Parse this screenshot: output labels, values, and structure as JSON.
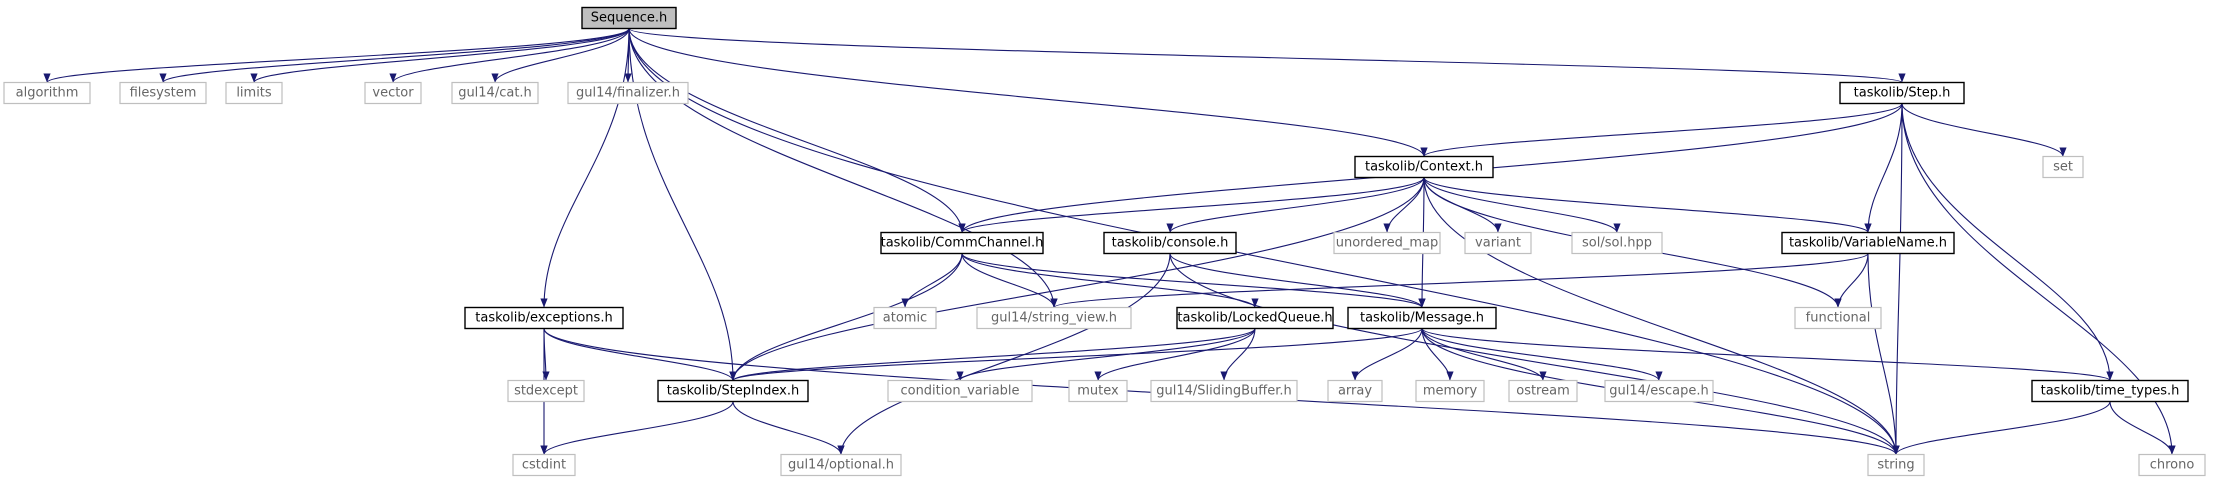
{
  "title": "Sequence.h",
  "colors": {
    "edge": "#191970",
    "project_border": "#000000",
    "external_border": "#bfbfbf",
    "root_fill": "#bfbfbf",
    "external_text": "#666666"
  },
  "nodes": [
    {
      "id": "sequence",
      "label": "Sequence.h",
      "kind": "root"
    },
    {
      "id": "algorithm",
      "label": "algorithm",
      "kind": "external"
    },
    {
      "id": "filesystem",
      "label": "filesystem",
      "kind": "external"
    },
    {
      "id": "limits",
      "label": "limits",
      "kind": "external"
    },
    {
      "id": "vector",
      "label": "vector",
      "kind": "external"
    },
    {
      "id": "gul14_cat",
      "label": "gul14/cat.h",
      "kind": "external"
    },
    {
      "id": "gul14_finalizer",
      "label": "gul14/finalizer.h",
      "kind": "external"
    },
    {
      "id": "step",
      "label": "taskolib/Step.h",
      "kind": "project"
    },
    {
      "id": "context",
      "label": "taskolib/Context.h",
      "kind": "project"
    },
    {
      "id": "set",
      "label": "set",
      "kind": "external"
    },
    {
      "id": "commchannel",
      "label": "taskolib/CommChannel.h",
      "kind": "project"
    },
    {
      "id": "console",
      "label": "taskolib/console.h",
      "kind": "project"
    },
    {
      "id": "unordered_map",
      "label": "unordered_map",
      "kind": "external"
    },
    {
      "id": "variant",
      "label": "variant",
      "kind": "external"
    },
    {
      "id": "sol",
      "label": "sol/sol.hpp",
      "kind": "external"
    },
    {
      "id": "variablename",
      "label": "taskolib/VariableName.h",
      "kind": "project"
    },
    {
      "id": "exceptions",
      "label": "taskolib/exceptions.h",
      "kind": "project"
    },
    {
      "id": "atomic",
      "label": "atomic",
      "kind": "external"
    },
    {
      "id": "string_view",
      "label": "gul14/string_view.h",
      "kind": "external"
    },
    {
      "id": "lockedqueue",
      "label": "taskolib/LockedQueue.h",
      "kind": "project"
    },
    {
      "id": "message",
      "label": "taskolib/Message.h",
      "kind": "project"
    },
    {
      "id": "functional",
      "label": "functional",
      "kind": "external"
    },
    {
      "id": "stdexcept",
      "label": "stdexcept",
      "kind": "external"
    },
    {
      "id": "stepindex",
      "label": "taskolib/StepIndex.h",
      "kind": "project"
    },
    {
      "id": "condition_variable",
      "label": "condition_variable",
      "kind": "external"
    },
    {
      "id": "mutex",
      "label": "mutex",
      "kind": "external"
    },
    {
      "id": "slidingbuffer",
      "label": "gul14/SlidingBuffer.h",
      "kind": "external"
    },
    {
      "id": "array",
      "label": "array",
      "kind": "external"
    },
    {
      "id": "memory",
      "label": "memory",
      "kind": "external"
    },
    {
      "id": "ostream",
      "label": "ostream",
      "kind": "external"
    },
    {
      "id": "escape",
      "label": "gul14/escape.h",
      "kind": "external"
    },
    {
      "id": "time_types",
      "label": "taskolib/time_types.h",
      "kind": "project"
    },
    {
      "id": "cstdint",
      "label": "cstdint",
      "kind": "external"
    },
    {
      "id": "optional",
      "label": "gul14/optional.h",
      "kind": "external"
    },
    {
      "id": "string",
      "label": "string",
      "kind": "external"
    },
    {
      "id": "chrono",
      "label": "chrono",
      "kind": "external"
    }
  ],
  "edges": [
    [
      "sequence",
      "algorithm"
    ],
    [
      "sequence",
      "filesystem"
    ],
    [
      "sequence",
      "limits"
    ],
    [
      "sequence",
      "vector"
    ],
    [
      "sequence",
      "gul14_cat"
    ],
    [
      "sequence",
      "gul14_finalizer"
    ],
    [
      "sequence",
      "step"
    ],
    [
      "sequence",
      "context"
    ],
    [
      "sequence",
      "commchannel"
    ],
    [
      "sequence",
      "string_view"
    ],
    [
      "sequence",
      "exceptions"
    ],
    [
      "sequence",
      "stepindex"
    ],
    [
      "sequence",
      "string"
    ],
    [
      "step",
      "context"
    ],
    [
      "step",
      "commchannel"
    ],
    [
      "step",
      "set"
    ],
    [
      "step",
      "variablename"
    ],
    [
      "step",
      "time_types"
    ],
    [
      "step",
      "string"
    ],
    [
      "step",
      "chrono"
    ],
    [
      "context",
      "commchannel"
    ],
    [
      "context",
      "console"
    ],
    [
      "context",
      "unordered_map"
    ],
    [
      "context",
      "variant"
    ],
    [
      "context",
      "sol"
    ],
    [
      "context",
      "variablename"
    ],
    [
      "context",
      "message"
    ],
    [
      "context",
      "functional"
    ],
    [
      "context",
      "stepindex"
    ],
    [
      "context",
      "string"
    ],
    [
      "commchannel",
      "atomic"
    ],
    [
      "commchannel",
      "string_view"
    ],
    [
      "commchannel",
      "lockedqueue"
    ],
    [
      "commchannel",
      "message"
    ],
    [
      "commchannel",
      "stepindex"
    ],
    [
      "console",
      "message"
    ],
    [
      "console",
      "optional"
    ],
    [
      "console",
      "string"
    ],
    [
      "variablename",
      "string_view"
    ],
    [
      "variablename",
      "functional"
    ],
    [
      "variablename",
      "string"
    ],
    [
      "lockedqueue",
      "condition_variable"
    ],
    [
      "lockedqueue",
      "mutex"
    ],
    [
      "lockedqueue",
      "slidingbuffer"
    ],
    [
      "lockedqueue",
      "stepindex"
    ],
    [
      "message",
      "stepindex"
    ],
    [
      "message",
      "array"
    ],
    [
      "message",
      "memory"
    ],
    [
      "message",
      "ostream"
    ],
    [
      "message",
      "escape"
    ],
    [
      "message",
      "time_types"
    ],
    [
      "message",
      "string"
    ],
    [
      "exceptions",
      "stdexcept"
    ],
    [
      "exceptions",
      "cstdint"
    ],
    [
      "exceptions",
      "stepindex"
    ],
    [
      "exceptions",
      "string"
    ],
    [
      "stepindex",
      "cstdint"
    ],
    [
      "stepindex",
      "optional"
    ],
    [
      "time_types",
      "string"
    ],
    [
      "time_types",
      "chrono"
    ]
  ]
}
